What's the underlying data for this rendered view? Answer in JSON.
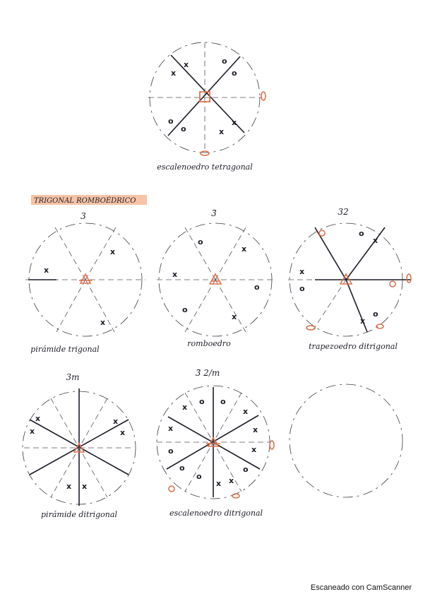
{
  "top": {
    "caption": "escalenoedro tetragonal"
  },
  "section": {
    "title": "TRIGONAL ROMBOÉDRICO"
  },
  "row1": {
    "d1": {
      "symbol": "3",
      "caption": "pirámide trigonal"
    },
    "d2": {
      "symbol": "3̄",
      "caption": "romboedro"
    },
    "d3": {
      "symbol": "32",
      "caption": "trapezoedro ditrigonal"
    }
  },
  "row2": {
    "d1": {
      "symbol": "3m",
      "caption": "pirámide ditrigonal"
    },
    "d2": {
      "symbol": "3̄ 2/m",
      "caption": "escalenoedro ditrigonal"
    },
    "d3": {
      "symbol": "",
      "caption": ""
    }
  },
  "footer": {
    "text": "Escaneado con CamScanner"
  },
  "colors": {
    "ink": "#1c1c28",
    "accent": "#e0704a",
    "highlight": "#f6b896"
  }
}
